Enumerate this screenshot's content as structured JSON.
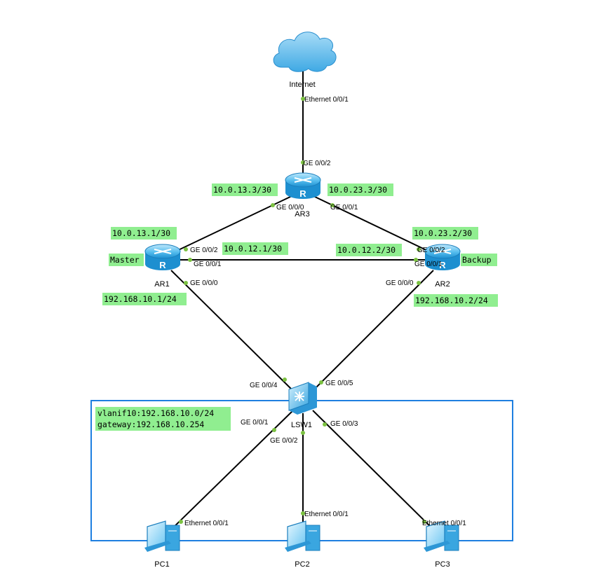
{
  "colors": {
    "link": "#000000",
    "port_dot": "#7cc242",
    "tag_bg": "#90ee90",
    "area_border": "#1e7fe0",
    "device_blue": "#35a9e6"
  },
  "nodes": {
    "internet": {
      "label": "Internet",
      "icon": "cloud-icon"
    },
    "ar3": {
      "label": "AR3",
      "icon": "router-icon"
    },
    "ar1": {
      "label": "AR1",
      "icon": "router-icon"
    },
    "ar2": {
      "label": "AR2",
      "icon": "router-icon"
    },
    "lsw1": {
      "label": "LSW1",
      "icon": "switch-icon"
    },
    "pc1": {
      "label": "PC1",
      "icon": "pc-icon"
    },
    "pc2": {
      "label": "PC2",
      "icon": "pc-icon"
    },
    "pc3": {
      "label": "PC3",
      "icon": "pc-icon"
    }
  },
  "ports": {
    "internet_eth": "Ethernet 0/0/1",
    "ar3_ge002": "GE 0/0/2",
    "ar3_ge000": "GE 0/0/0",
    "ar3_ge001": "GE 0/0/1",
    "ar1_ge002": "GE 0/0/2",
    "ar1_ge001": "GE 0/0/1",
    "ar1_ge000": "GE 0/0/0",
    "ar2_ge002": "GE 0/0/2",
    "ar2_ge001": "GE 0/0/1",
    "ar2_ge000": "GE 0/0/0",
    "lsw_ge004": "GE 0/0/4",
    "lsw_ge005": "GE 0/0/5",
    "lsw_ge001": "GE 0/0/1",
    "lsw_ge002": "GE 0/0/2",
    "lsw_ge003": "GE 0/0/3",
    "pc1_eth": "Ethernet 0/0/1",
    "pc2_eth": "Ethernet 0/0/1",
    "pc3_eth": "Ethernet 0/0/1"
  },
  "tags": {
    "ar3_left_ip": "10.0.13.3/30",
    "ar3_right_ip": "10.0.23.3/30",
    "ar1_up_ip": "10.0.13.1/30",
    "ar1_mid_ip": "10.0.12.1/30",
    "ar1_role": "Master",
    "ar1_lan_ip": "192.168.10.1/24",
    "ar2_up_ip": "10.0.23.2/30",
    "ar2_mid_ip": "10.0.12.2/30",
    "ar2_role": "Backup",
    "ar2_lan_ip": "192.168.10.2/24",
    "vlanif": "vlanif10:192.168.10.0/24",
    "gateway": "gateway:192.168.10.254"
  }
}
